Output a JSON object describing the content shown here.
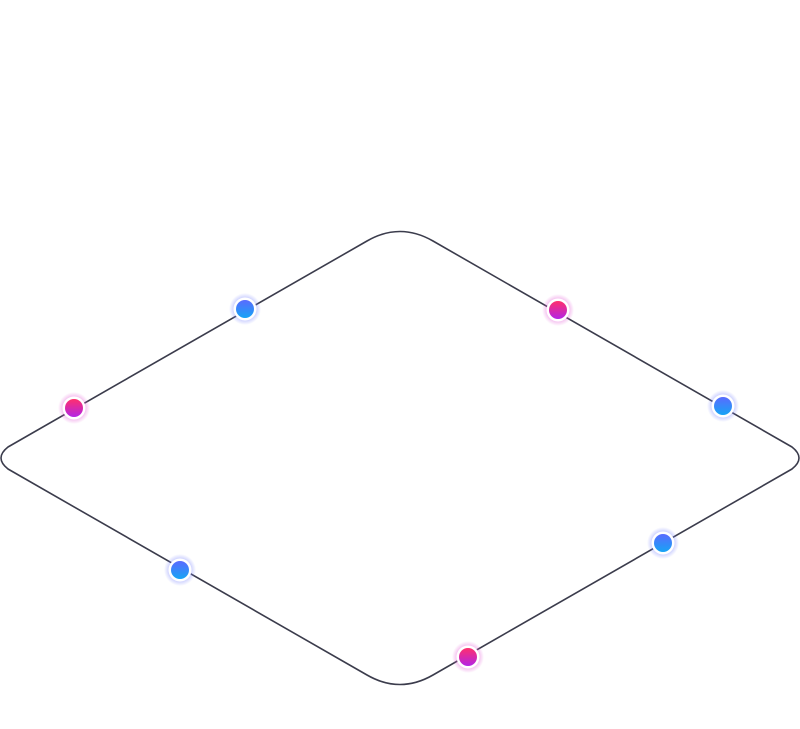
{
  "diagram": {
    "outline_color": "#3b3c4c",
    "background": "#ffffff",
    "node_types": {
      "magenta": {
        "top": "#ff2f6d",
        "bottom": "#b324e5",
        "glow": "#e35ad6"
      },
      "blue": {
        "top": "#5a6bff",
        "bottom": "#16a4f5",
        "glow": "#7c86ff"
      }
    },
    "nodes": [
      {
        "id": "node-top-left",
        "type": "blue"
      },
      {
        "id": "node-top-right",
        "type": "magenta"
      },
      {
        "id": "node-left",
        "type": "magenta"
      },
      {
        "id": "node-right",
        "type": "blue"
      },
      {
        "id": "node-bottom-left",
        "type": "blue"
      },
      {
        "id": "node-bottom-right",
        "type": "blue"
      },
      {
        "id": "node-bottom",
        "type": "magenta"
      }
    ]
  }
}
